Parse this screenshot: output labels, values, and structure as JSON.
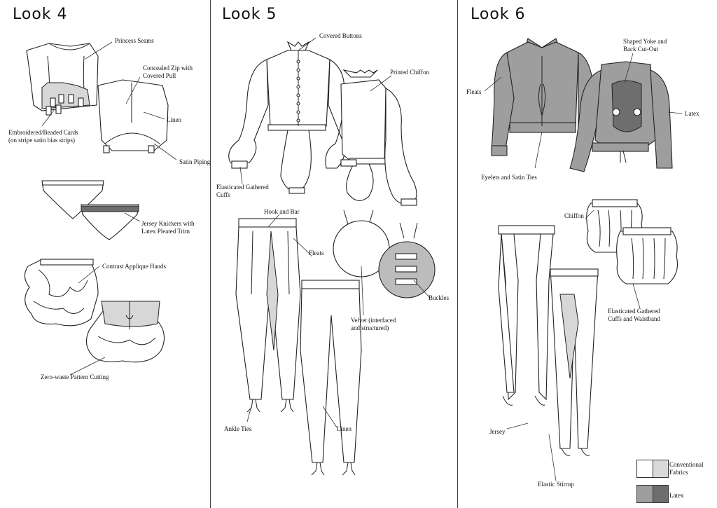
{
  "looks": [
    {
      "title": "Look 4",
      "labels": {
        "princess_seams": "Princess Seams",
        "concealed_zip": "Concealed Zip with\nCovered Pull",
        "linen": "Linen",
        "embroidered_cards": "Embroidered/Beaded Cards\n(on stripe satin bias strips)",
        "satin_piping": "Satin Piping",
        "jersey_knickers": "Jersey Knickers with\nLatex Pleated Trim",
        "contrast_applique": "Contrast Applique Hands",
        "zero_waste": "Zero-waste Pattern Cutting"
      }
    },
    {
      "title": "Look 5",
      "labels": {
        "covered_buttons": "Covered Buttons",
        "printed_chiffon": "Printed Chiffon",
        "elasticated_cuffs": "Elasticated Gathered\nCuffs",
        "hook_and_bar": "Hook and Bar",
        "fleats": "Fleats",
        "velvet": "Velvet (interfaced\nand structured)",
        "buckles": "Buckles",
        "ankle_ties": "Ankle Ties",
        "linen": "Linen"
      }
    },
    {
      "title": "Look 6",
      "labels": {
        "shaped_yoke": "Shaped Yoke and\nBack Cut-Out",
        "fleats": "Fleats",
        "latex": "Latex",
        "eyelets": "Eyelets and Satin Ties",
        "chiffon": "Chiffon",
        "elasticated_cuffs_waistband": "Elasticated Gathered\nCuffs and Waistband",
        "jersey": "Jersey",
        "elastic_stirrup": "Elastic Stirrup"
      }
    }
  ],
  "legend": [
    {
      "label": "Conventional\nFabrics",
      "color_a": "#ffffff",
      "color_b": "#d9d9d9"
    },
    {
      "label": "Latex",
      "color_a": "#9e9e9e",
      "color_b": "#6e6e6e"
    }
  ]
}
